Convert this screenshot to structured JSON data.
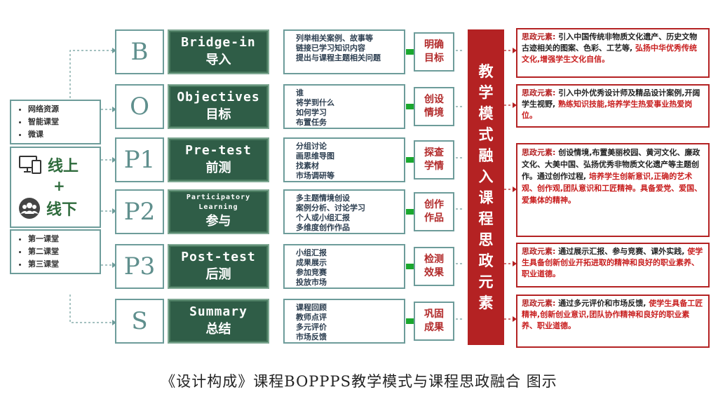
{
  "left_panel": {
    "resources": [
      "网络资源",
      "智能课堂",
      "微课"
    ],
    "online_label": "线上",
    "plus": "+",
    "offline_label": "线下",
    "classrooms": [
      "第一课堂",
      "第二课堂",
      "第三课堂"
    ]
  },
  "stages": [
    {
      "letter": "B",
      "en": "Bridge-in",
      "cn": "导入",
      "activities": [
        "列举相关案例、故事等",
        "链接已学习知识内容",
        "提出与课程主题相关问题"
      ],
      "outcome": [
        "明确",
        "目标"
      ]
    },
    {
      "letter": "O",
      "en": "Objectives",
      "cn": "目标",
      "activities": [
        "谁",
        "将学到什么",
        "如何学习",
        "布置任务"
      ],
      "outcome": [
        "创设",
        "情境"
      ]
    },
    {
      "letter": "P1",
      "en": "Pre-test",
      "cn": "前测",
      "activities": [
        "分组讨论",
        "画思维导图",
        "找素材",
        "市场调研等"
      ],
      "outcome": [
        "探查",
        "学情"
      ]
    },
    {
      "letter": "P2",
      "en": "Participatory Learning",
      "cn": "参与",
      "activities": [
        "多主题情境创设",
        "案例分析、讨论学习",
        "个人或小组汇报",
        "多维度创作作品"
      ],
      "outcome": [
        "创作",
        "作品"
      ]
    },
    {
      "letter": "P3",
      "en": "Post-test",
      "cn": "后测",
      "activities": [
        "小组汇报",
        "成果展示",
        "参加竞赛",
        "投放市场"
      ],
      "outcome": [
        "检测",
        "效果"
      ]
    },
    {
      "letter": "S",
      "en": "Summary",
      "cn": "总结",
      "activities": [
        "课程回顾",
        "教师点评",
        "多元评价",
        "市场反馈"
      ],
      "outcome": [
        "巩固",
        "成果"
      ]
    }
  ],
  "center_title": [
    "教",
    "学",
    "模",
    "式",
    "融",
    "入",
    "课",
    "程",
    "思",
    "政",
    "元",
    "素"
  ],
  "elements": [
    {
      "lead": "思政元素:",
      "text": "引入中国传统非物质文化遗产、历史文物古迹相关的图案、色彩、工艺等,",
      "highlight": "弘扬中华优秀传统文化,增强学生文化自信。"
    },
    {
      "lead": "思政元素:",
      "text": "引入中外优秀设计师及精品设计案例,开阔学生视野,",
      "highlight": "熟练知识技能,培养学生热爱事业热爱岗位。"
    },
    {
      "lead": "思政元素:",
      "text": "创设情境,布置美丽校园、黄河文化、廉政文化、大美中国、弘扬优秀非物质文化遗产等主题创作。通过创作过程,",
      "highlight": "培养学生创新意识,正确的艺术观、创作观,团队意识和工匠精神。具备爱党、爱国、爱集体的精神。"
    },
    {
      "lead": "思政元素:",
      "text": "通过展示汇报、参与竞赛、课外实践,",
      "highlight": "使学生具备创新创业开拓进取的精神和良好的职业素养、职业道德。"
    },
    {
      "lead": "思政元素:",
      "text": "通过多元评价和市场反馈,",
      "highlight": "使学生具备工匠精神,创新创业意识,团队协作精神和良好的职业素养、职业道德。"
    }
  ],
  "caption": "《设计构成》课程BOPPPS教学模式与课程思政融合 图示",
  "colors": {
    "teal_border": "#6d9c9a",
    "stage_green": "#2f5d47",
    "accent_red": "#b42223",
    "arrow_green": "#1aa72e"
  }
}
